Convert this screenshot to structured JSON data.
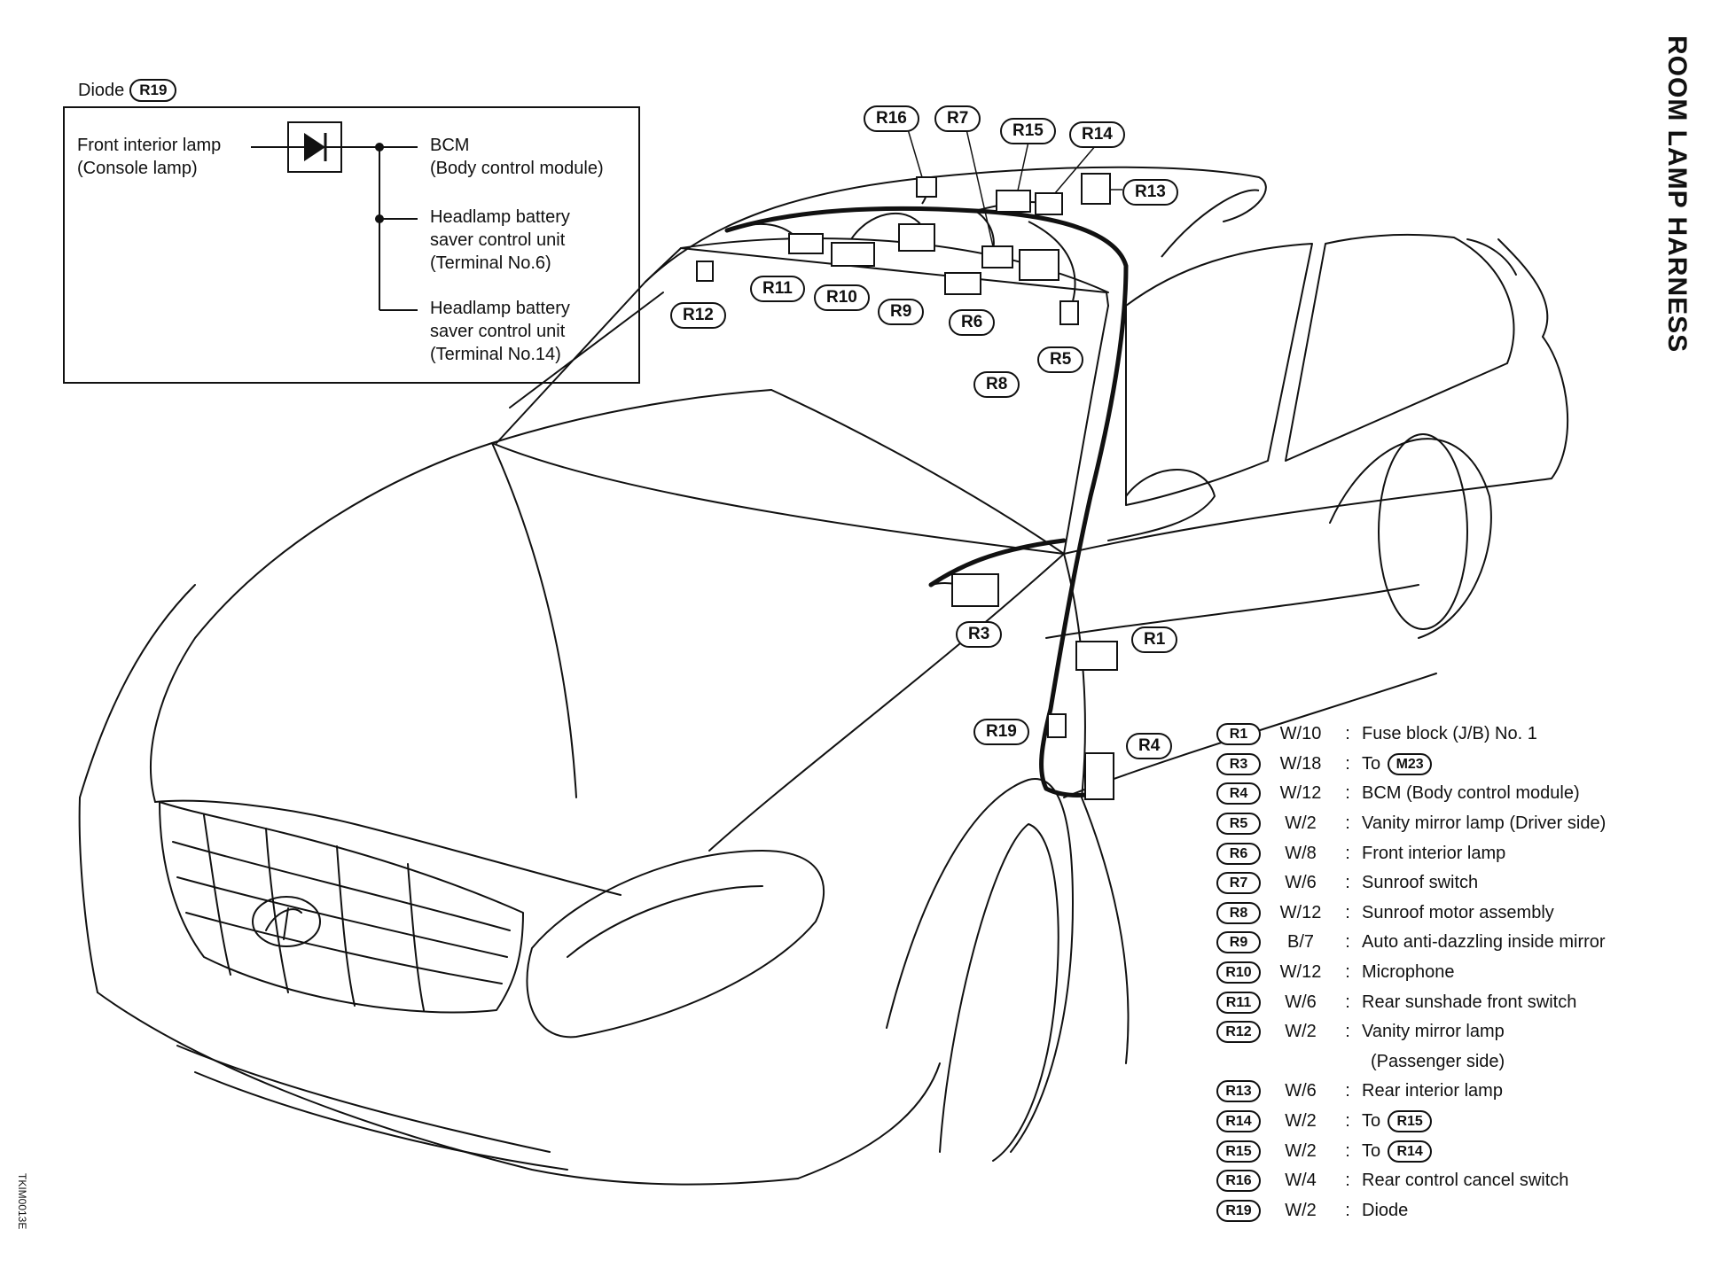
{
  "title": "ROOM LAMP HARNESS",
  "figure_code": "TKIM0013E",
  "diode_inset": {
    "label": "Diode",
    "connector": "R19",
    "left_label": [
      "Front interior lamp",
      "(Console lamp)"
    ],
    "outputs": [
      {
        "lines": [
          "BCM",
          "(Body control module)"
        ]
      },
      {
        "lines": [
          "Headlamp battery",
          "saver control unit",
          "(Terminal No.6)"
        ]
      },
      {
        "lines": [
          "Headlamp battery",
          "saver control unit",
          "(Terminal No.14)"
        ]
      }
    ]
  },
  "callouts": [
    "R16",
    "R7",
    "R15",
    "R14",
    "R13",
    "R12",
    "R11",
    "R10",
    "R9",
    "R6",
    "R5",
    "R8",
    "R3",
    "R1",
    "R19",
    "R4"
  ],
  "legend": [
    {
      "id": "R1",
      "wire": "W/10",
      "desc": "Fuse block (J/B) No. 1"
    },
    {
      "id": "R3",
      "wire": "W/18",
      "desc": "To",
      "ref": "M23"
    },
    {
      "id": "R4",
      "wire": "W/12",
      "desc": "BCM (Body control module)"
    },
    {
      "id": "R5",
      "wire": "W/2",
      "desc": "Vanity mirror lamp (Driver side)"
    },
    {
      "id": "R6",
      "wire": "W/8",
      "desc": "Front interior lamp"
    },
    {
      "id": "R7",
      "wire": "W/6",
      "desc": "Sunroof switch"
    },
    {
      "id": "R8",
      "wire": "W/12",
      "desc": "Sunroof motor assembly"
    },
    {
      "id": "R9",
      "wire": "B/7",
      "desc": "Auto anti-dazzling inside mirror"
    },
    {
      "id": "R10",
      "wire": "W/12",
      "desc": "Microphone"
    },
    {
      "id": "R11",
      "wire": "W/6",
      "desc": "Rear sunshade front switch"
    },
    {
      "id": "R12",
      "wire": "W/2",
      "desc": "Vanity mirror lamp",
      "cont": "(Passenger side)"
    },
    {
      "id": "R13",
      "wire": "W/6",
      "desc": "Rear interior lamp"
    },
    {
      "id": "R14",
      "wire": "W/2",
      "desc": "To",
      "ref": "R15"
    },
    {
      "id": "R15",
      "wire": "W/2",
      "desc": "To",
      "ref": "R14"
    },
    {
      "id": "R16",
      "wire": "W/4",
      "desc": "Rear control cancel switch"
    },
    {
      "id": "R19",
      "wire": "W/2",
      "desc": "Diode"
    }
  ]
}
